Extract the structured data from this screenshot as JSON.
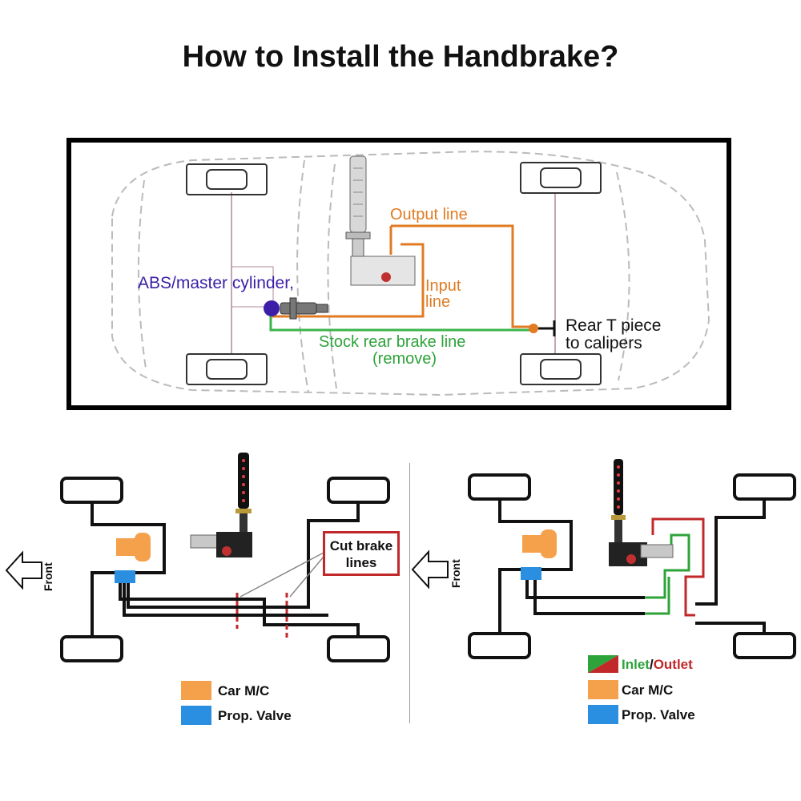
{
  "title": "How to Install the Handbrake?",
  "top_diagram": {
    "abs_label": "ABS/master cylinder,",
    "output_line_label": "Output line",
    "input_line_label": "Input line",
    "stock_line_label": "Stock rear brake line",
    "remove_label": "(remove)",
    "rear_t_label_1": "Rear T piece",
    "rear_t_label_2": "to calipers"
  },
  "bottom_left": {
    "front_label": "Front",
    "cut_label": "Cut brake lines",
    "legend": [
      {
        "label": "Car M/C",
        "color": "#f5a04a"
      },
      {
        "label": "Prop. Valve",
        "color": "#2a8fe0"
      }
    ]
  },
  "bottom_right": {
    "front_label": "Front",
    "legend_inlet": "Inlet",
    "legend_sep": "/",
    "legend_outlet": "Outlet",
    "legend": [
      {
        "label": "Car M/C",
        "color": "#f5a04a"
      },
      {
        "label": "Prop. Valve",
        "color": "#2a8fe0"
      }
    ]
  },
  "colors": {
    "output_line": "#e07b23",
    "stock_line": "#3bb54a",
    "abs_dot": "#3b1fa6",
    "cut_red": "#c0282a",
    "inlet_green": "#2ea33a"
  }
}
